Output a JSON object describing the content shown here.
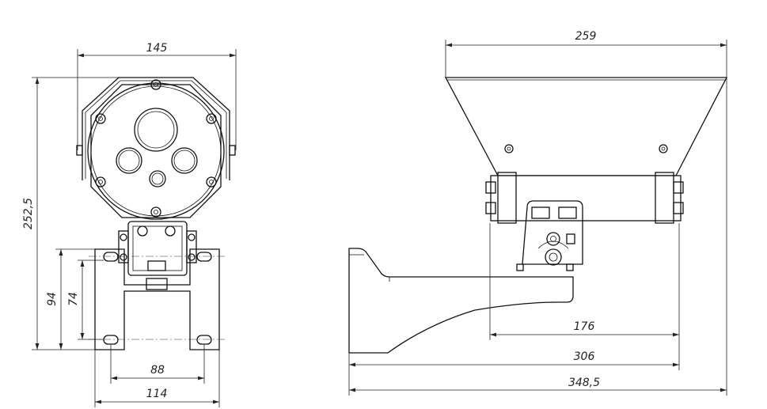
{
  "front_view": {
    "dimensions": {
      "width_top": "145",
      "height_total": "252,5",
      "height_94": "94",
      "height_74": "74",
      "width_88": "88",
      "width_114": "114"
    }
  },
  "side_view": {
    "dimensions": {
      "top_259": "259",
      "d176": "176",
      "d306": "306",
      "d348": "348,5"
    }
  }
}
